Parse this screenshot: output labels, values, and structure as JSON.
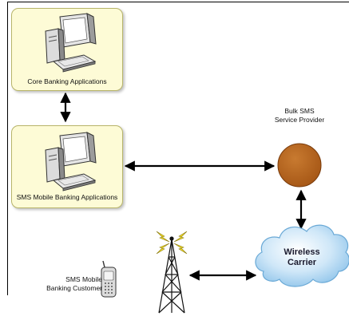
{
  "nodes": {
    "core_banking": {
      "label": "Core Banking Applications"
    },
    "sms_banking": {
      "label": "SMS Mobile Banking Applications"
    },
    "bulk_sms": {
      "label_line1": "Bulk SMS",
      "label_line2": "Service Provider"
    },
    "wireless_carrier": {
      "label_line1": "Wireless",
      "label_line2": "Carrier"
    },
    "customer": {
      "label_line1": "SMS Mobile",
      "label_line2": "Banking Customer"
    }
  },
  "colors": {
    "box_fill": "#fdfbd6",
    "box_border": "#b8b56a",
    "provider_circle": "#b8651f",
    "cloud": "#c6e2f7",
    "arrow": "#000000",
    "signal": "#e8d21a"
  },
  "icons": [
    "desktop-computer-icon",
    "desktop-computer-icon",
    "radio-tower-icon",
    "mobile-phone-icon",
    "cloud-icon"
  ]
}
